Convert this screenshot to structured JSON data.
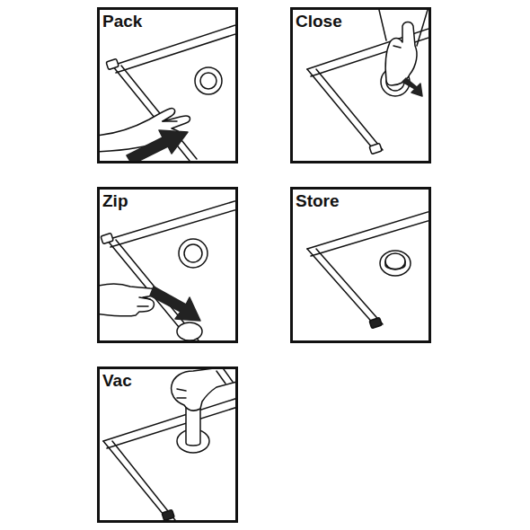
{
  "diagram": {
    "nodes": [
      {
        "text": [
          "Pack"
        ]
      },
      {
        "text": [
          "Close"
        ]
      },
      {
        "text": [
          "Zip"
        ]
      },
      {
        "text": [
          "Store"
        ]
      },
      {
        "text": [
          "Vac"
        ]
      }
    ]
  }
}
